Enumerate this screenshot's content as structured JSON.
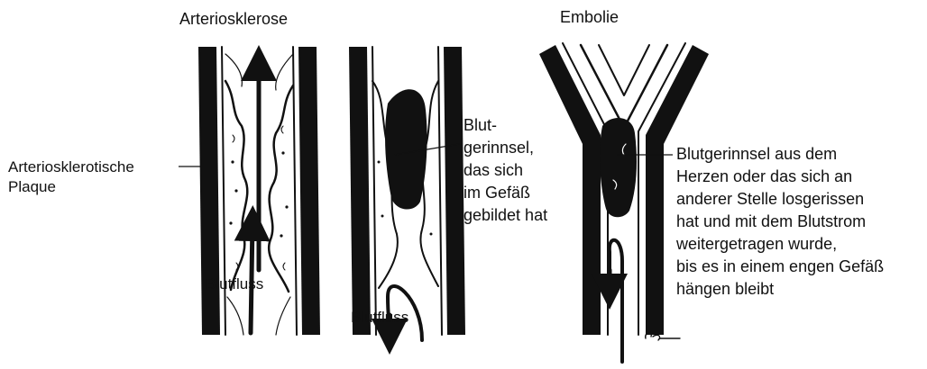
{
  "labels": {
    "arteriosklerose": "Arteriosklerose",
    "embolie": "Embolie",
    "plaque": [
      "Arteriosklerotische",
      "Plaque"
    ],
    "blutfluss_left": "Blutfluss",
    "blutfluss_middle": "Blutfluss",
    "thrombus": [
      "Blut-",
      "gerinnsel,",
      "das sich",
      "im Gefäß",
      "gebildet hat"
    ],
    "embolus": [
      "Blutgerinnsel aus dem",
      "Herzen oder das sich an",
      "anderer Stelle losgerissen",
      "hat und mit dem Blutstrom",
      "weitergetragen wurde,",
      "bis es in einem engen Gefäß",
      "hängen bleibt"
    ]
  },
  "colors": {
    "ink": "#111111",
    "background": "#ffffff"
  },
  "icons": {
    "flow_arrows": [
      "up-arrow-icon",
      "up-arrow-icon",
      "down-arrow-icon",
      "down-arrow-icon"
    ]
  }
}
